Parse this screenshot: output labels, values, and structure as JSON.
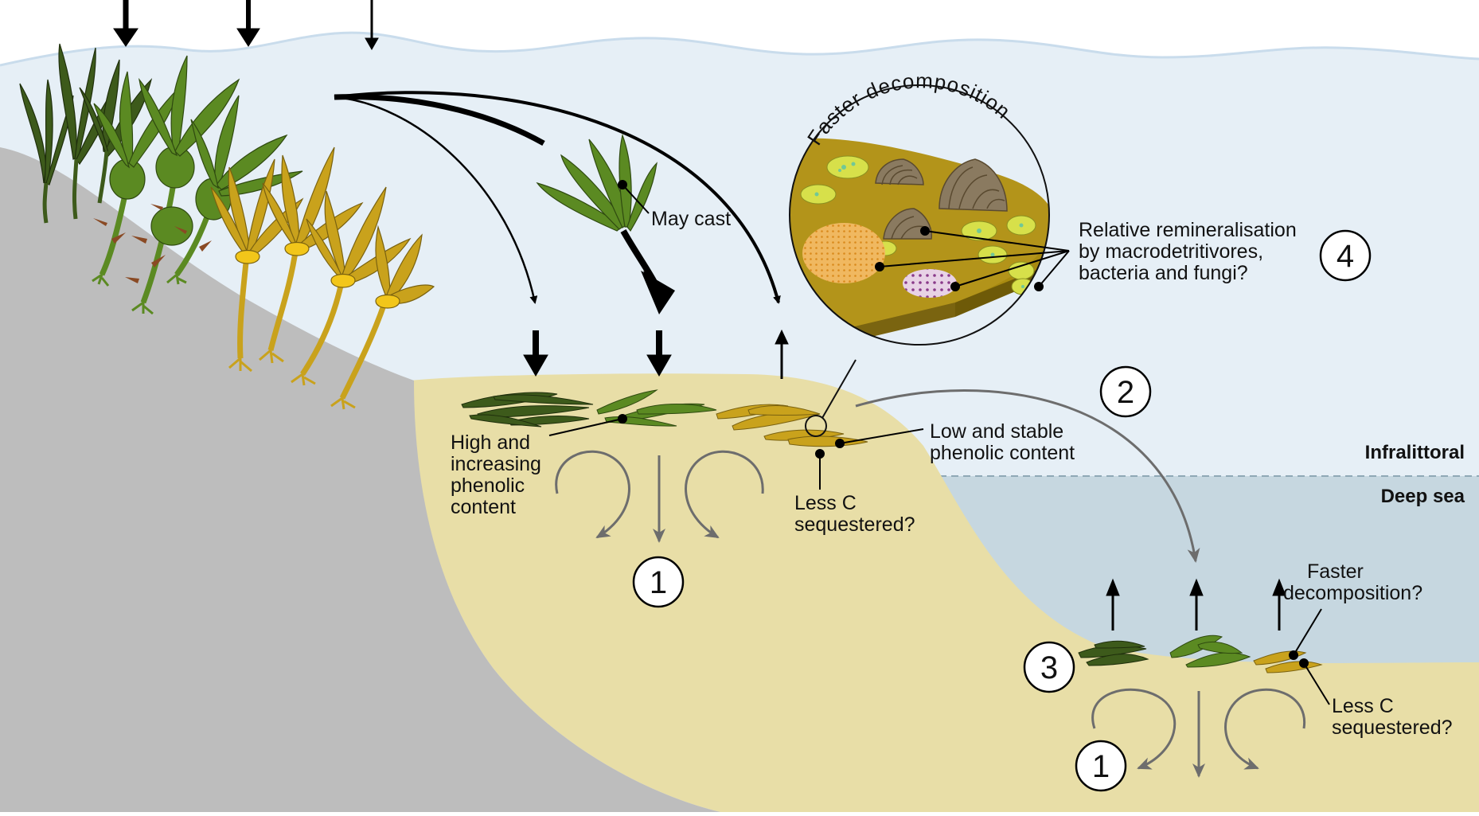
{
  "labels": {
    "may_cast": "May cast",
    "high_phenolic": [
      "High and",
      "increasing",
      "phenolic",
      "content"
    ],
    "low_phenolic": [
      "Low and stable",
      "phenolic content"
    ],
    "less_c_top": [
      "Less C",
      "sequestered?"
    ],
    "faster_decomp_circle": "Faster decomposition",
    "remineralisation": [
      "Relative remineralisation",
      "by macrodetritivores,",
      "bacteria and fungi?"
    ],
    "faster_decomp_deep": [
      "Faster",
      "decomposition?"
    ],
    "less_c_deep": [
      "Less C",
      "sequestered?"
    ],
    "infralittoral": "Infralittoral",
    "deep_sea": "Deep sea"
  },
  "numbers": {
    "n1_top": "1",
    "n2": "2",
    "n3": "3",
    "n4": "4",
    "n1_bottom": "1"
  },
  "colors": {
    "water": "#e6eff6",
    "deep_water": "#c6d7e0",
    "sediment": "#e8dea7",
    "rock": "#bdbdbd",
    "kelp_dark": "#3d5a1b",
    "kelp_mid": "#5b8a22",
    "kelp_gold": "#c9a21c",
    "arrow_gray": "#6d6d6d"
  }
}
